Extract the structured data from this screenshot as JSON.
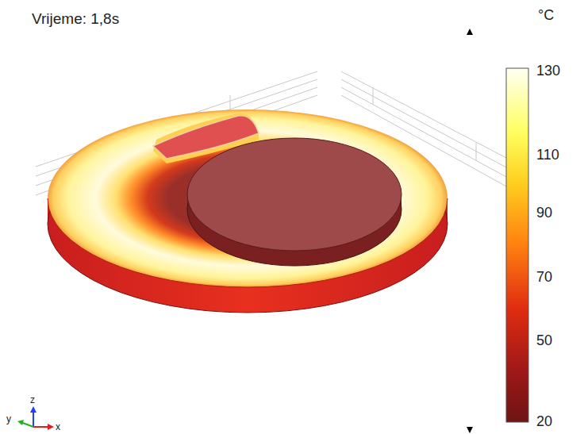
{
  "diagram": {
    "title": "Vrijeme: 1,8s",
    "labels": [
      "°C",
      "130",
      "110",
      "90",
      "70",
      "50",
      "20",
      "y",
      "z",
      "x"
    ]
  }
}
